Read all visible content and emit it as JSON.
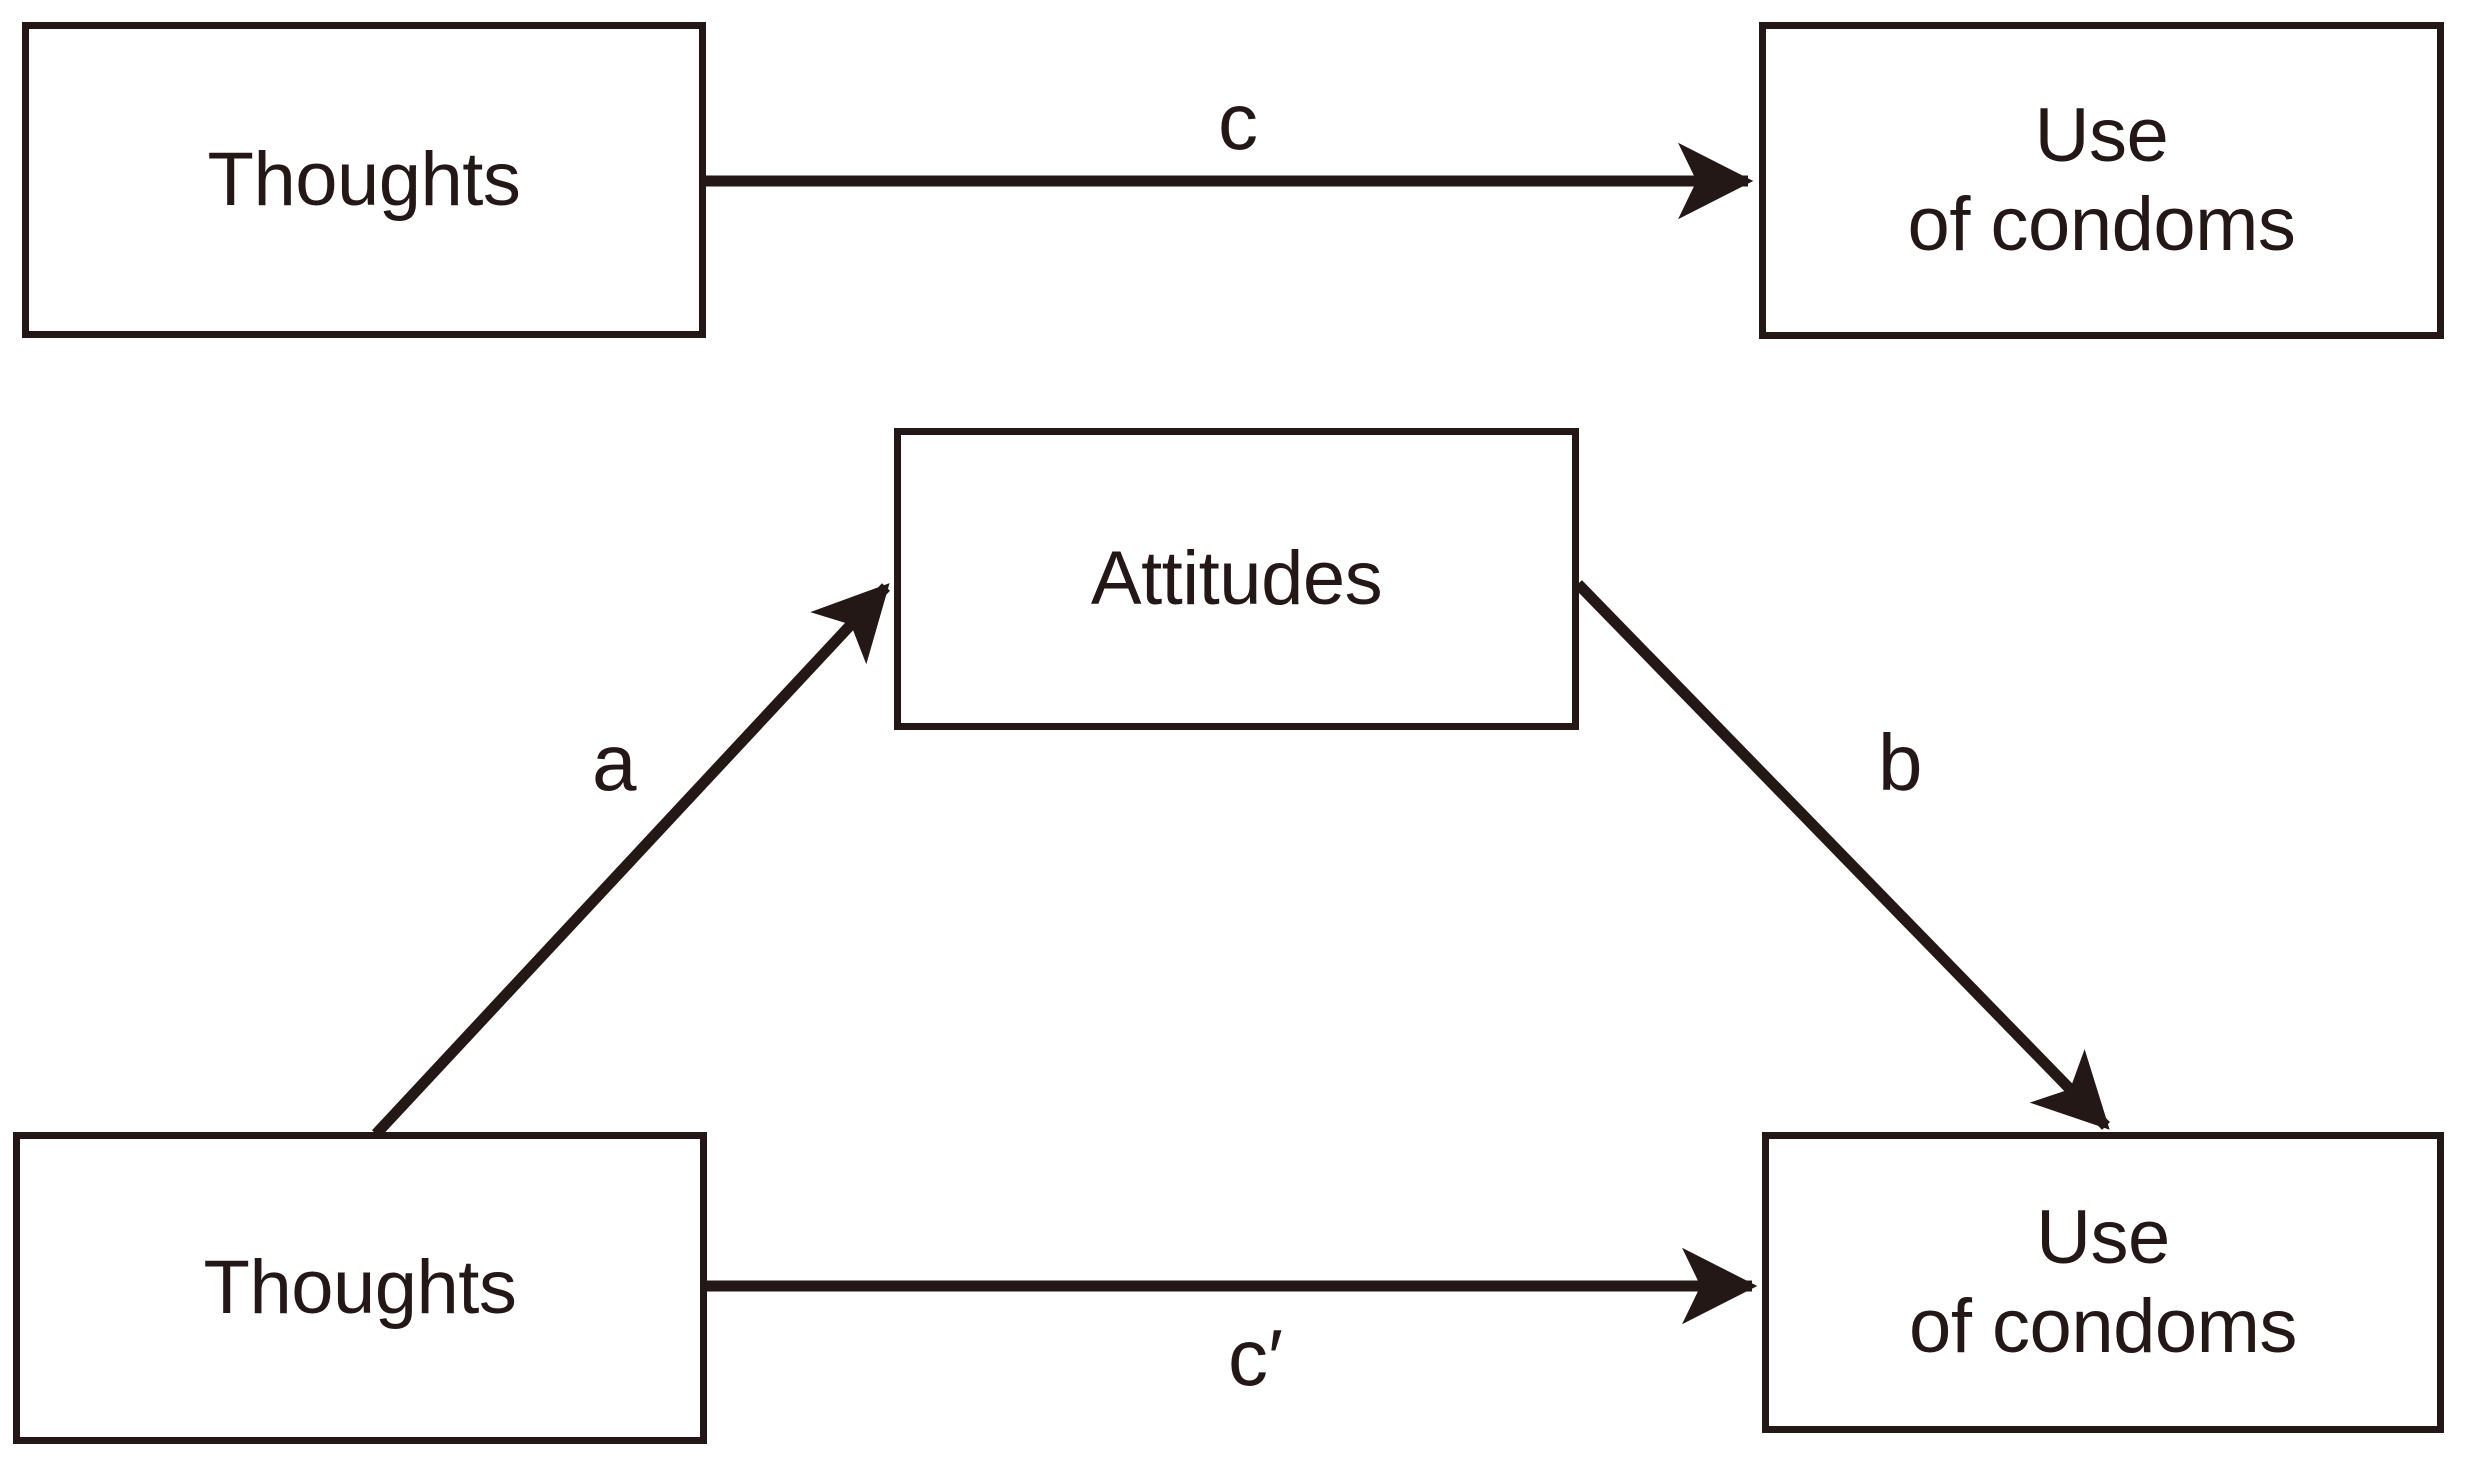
{
  "figure": {
    "type": "mediation-path-diagram",
    "background_color": "#ffffff",
    "stroke_color": "#231815"
  },
  "panels": {
    "top": {
      "name": "total-effect-model",
      "nodes": {
        "predictor": {
          "label": "Thoughts"
        },
        "outcome": {
          "label": "Use\nof condoms"
        }
      },
      "paths": {
        "total": {
          "label": "c",
          "from": "Thoughts",
          "to": "Use of condoms"
        }
      }
    },
    "bottom": {
      "name": "mediation-model",
      "nodes": {
        "predictor": {
          "label": "Thoughts"
        },
        "mediator": {
          "label": "Attitudes"
        },
        "outcome": {
          "label": "Use\nof condoms"
        }
      },
      "paths": {
        "a": {
          "label": "a",
          "from": "Thoughts",
          "to": "Attitudes"
        },
        "b": {
          "label": "b",
          "from": "Attitudes",
          "to": "Use of condoms"
        },
        "c_prime": {
          "label": "c′",
          "from": "Thoughts",
          "to": "Use of condoms"
        }
      }
    }
  }
}
